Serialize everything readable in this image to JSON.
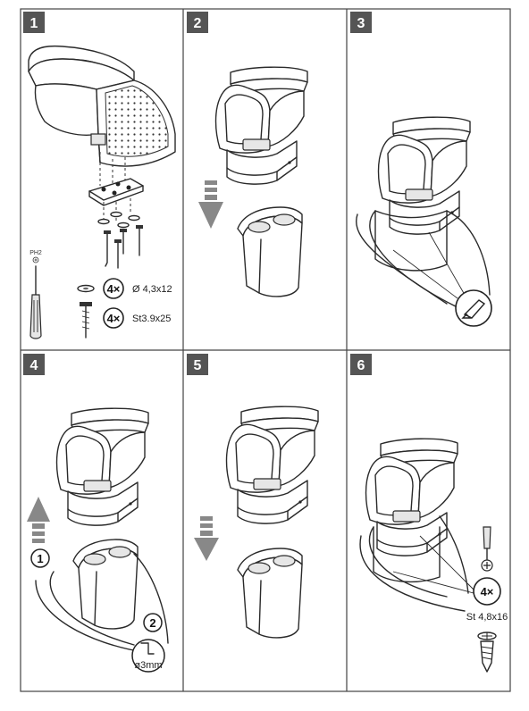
{
  "panels": [
    {
      "number": "1"
    },
    {
      "number": "2"
    },
    {
      "number": "3"
    },
    {
      "number": "4"
    },
    {
      "number": "5"
    },
    {
      "number": "6"
    }
  ],
  "step1": {
    "screwdriver_label": "PH2",
    "washer_count": "4×",
    "washer_size": "Ø 4,3x12",
    "screw_count": "4×",
    "screw_size": "St3.9x25"
  },
  "step4": {
    "callout_1": "1",
    "callout_2": "2",
    "drill_size": "ø3mm"
  },
  "step6": {
    "screw_count": "4×",
    "screw_size": "St 4,8x16"
  },
  "colors": {
    "badge": "#555555",
    "line": "#2a2a2a",
    "frame": "#444444"
  }
}
